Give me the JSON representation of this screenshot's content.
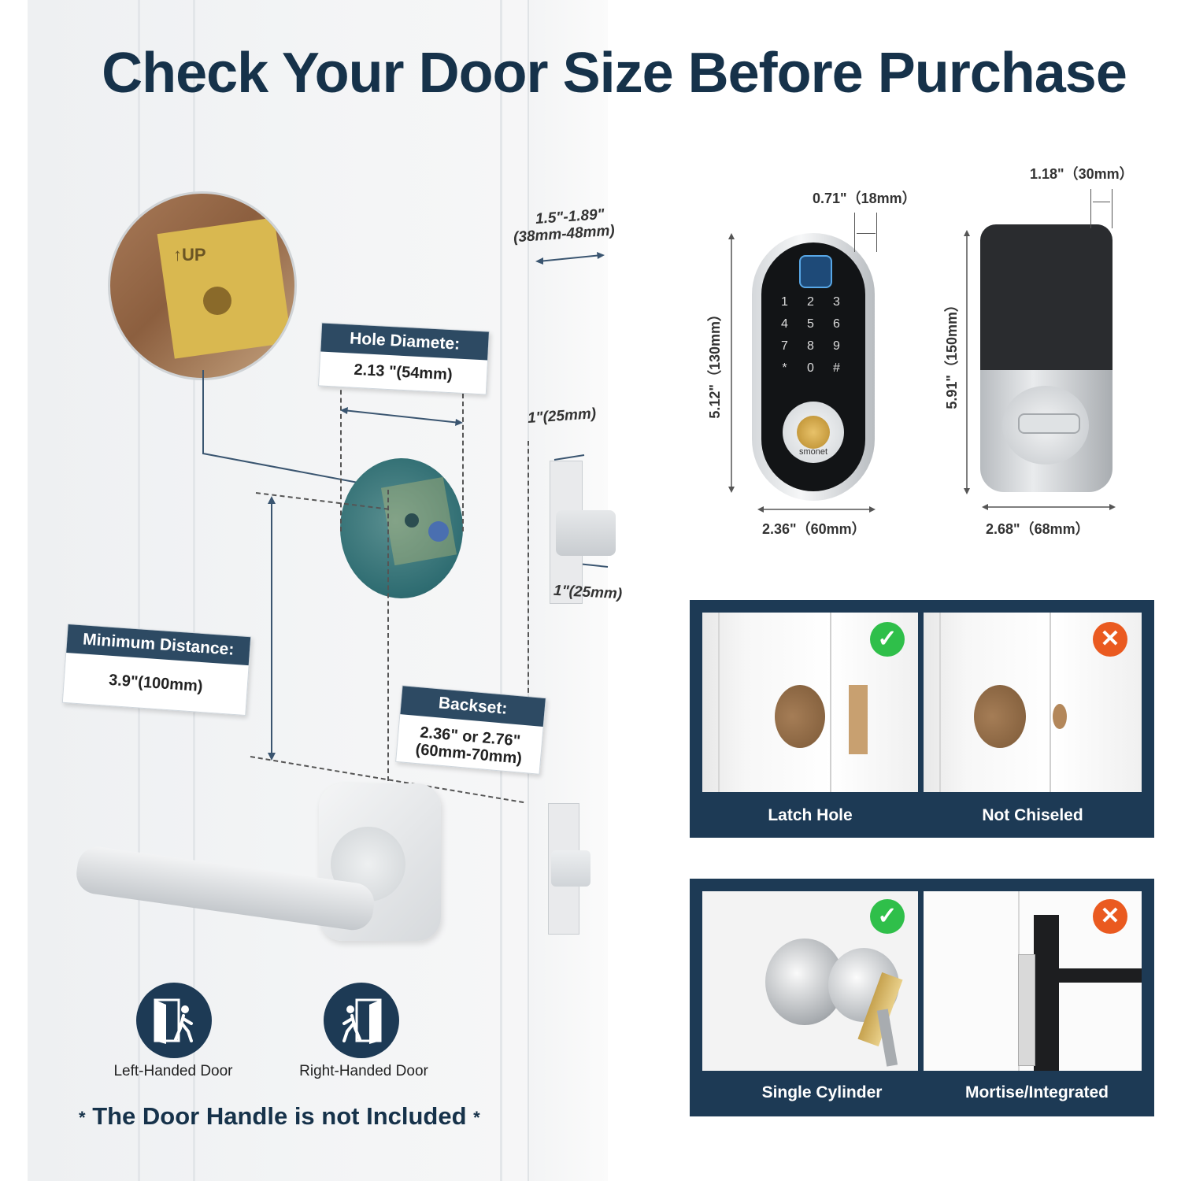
{
  "title": "Check Your Door Size Before Purchase",
  "door_measurements": {
    "thickness": "1.5\"-1.89\"",
    "thickness_mm": "(38mm-48mm)",
    "latch_width_top": "1\"(25mm)",
    "latch_width_bottom": "1\"(25mm)"
  },
  "hole_diameter": {
    "heading": "Hole Diamete:",
    "value": "2.13 \"(54mm)"
  },
  "minimum_distance": {
    "heading": "Minimum Distance:",
    "value": "3.9\"(100mm)"
  },
  "backset": {
    "heading": "Backset:",
    "value_line1": "2.36\" or 2.76\"",
    "value_line2": "(60mm-70mm)"
  },
  "front_lock": {
    "depth": "0.71\"（18mm）",
    "height": "5.12\"（130mm）",
    "width": "2.36\"（60mm）",
    "brand": "smonet",
    "keys": [
      "1",
      "2",
      "3",
      "4",
      "5",
      "6",
      "7",
      "8",
      "9",
      "*",
      "0",
      "#"
    ]
  },
  "back_lock": {
    "depth": "1.18\"（30mm）",
    "height": "5.91\"（150mm）",
    "width": "2.68\"（68mm）"
  },
  "compat_panel_1": {
    "items": [
      {
        "caption": "Latch Hole",
        "status": "ok"
      },
      {
        "caption": "Not Chiseled",
        "status": "no"
      }
    ]
  },
  "compat_panel_2": {
    "items": [
      {
        "caption": "Single Cylinder",
        "status": "ok"
      },
      {
        "caption": "Mortise/Integrated",
        "status": "no"
      }
    ]
  },
  "door_types": {
    "left": "Left-Handed Door",
    "right": "Right-Handed Door"
  },
  "note": "The Door Handle is not Included",
  "colors": {
    "navy": "#1d3a55",
    "title": "#16324a",
    "ok": "#2fbf4a",
    "no": "#ea5a20"
  },
  "icons": {
    "ok": "check-icon",
    "no": "cross-icon"
  }
}
